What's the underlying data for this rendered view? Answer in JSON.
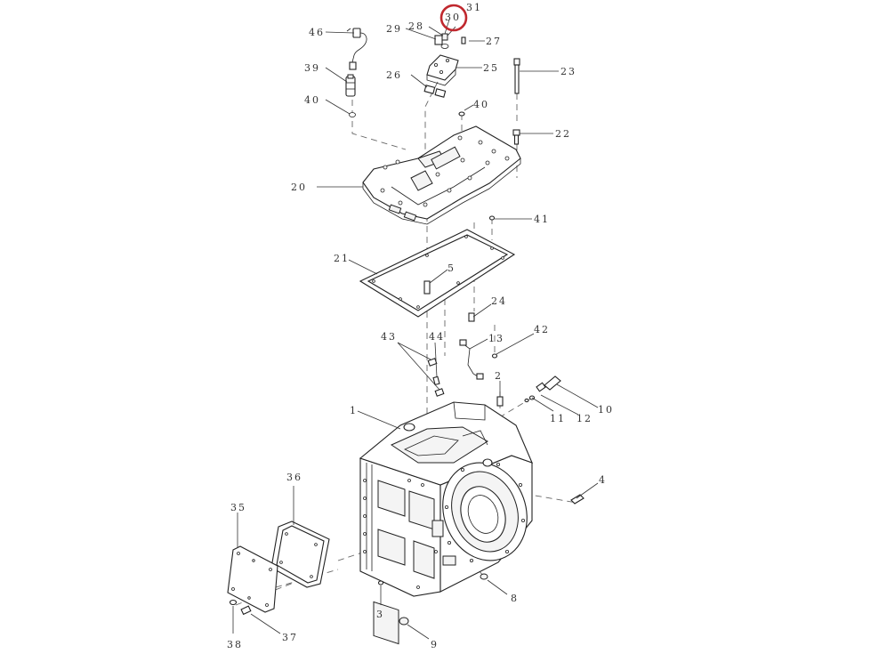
{
  "diagram": {
    "highlight_color": "#c0282e",
    "highlighted_callout": "30",
    "callouts": {
      "c46": "46",
      "c39": "39",
      "c40a": "40",
      "c29": "29",
      "c28": "28",
      "c30": "30",
      "c31": "31",
      "c27": "27",
      "c25": "25",
      "c26": "26",
      "c23": "23",
      "c40b": "40",
      "c22": "22",
      "c20": "20",
      "c41": "41",
      "c21": "21",
      "c5": "5",
      "c24": "24",
      "c43": "43",
      "c44": "44",
      "c13": "13",
      "c42": "42",
      "c2": "2",
      "c10": "10",
      "c11": "11",
      "c12": "12",
      "c1": "1",
      "c36": "36",
      "c35": "35",
      "c4": "4",
      "c8": "8",
      "c3": "3",
      "c38": "38",
      "c37": "37",
      "c9": "9"
    }
  }
}
